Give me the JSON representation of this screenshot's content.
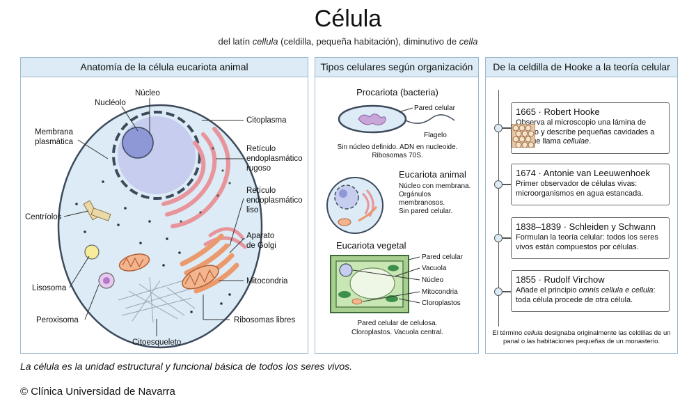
{
  "header": {
    "title": "Célula",
    "subtitle": "del latín cellula (celdilla, pequeña habitación), diminutivo de cella"
  },
  "anatomy": {
    "heading": "Anatomía de la célula eucariota animal",
    "labels": {
      "nucleo": "Núcleo",
      "nucleolo": "Nucléolo",
      "citoplasma": "Citoplasma",
      "membrana1": "Membrana",
      "membrana2": "plasmática",
      "rer1": "Retículo",
      "rer2": "endoplasmático",
      "rer3": "rugoso",
      "ser1": "Retículo",
      "ser2": "endoplasmático",
      "ser3": "liso",
      "centriolos": "Centríolos",
      "golgi1": "Aparato",
      "golgi2": "de Golgi",
      "lisosoma": "Lisosoma",
      "mitocondria": "Mitocondria",
      "peroxisoma": "Peroxisoma",
      "ribosomas": "Ribosomas libres",
      "citoesqueleto": "Citoesqueleto"
    }
  },
  "types": {
    "heading": "Tipos celulares según organización",
    "prok_title": "Procariota (bacteria)",
    "prok_wall": "Pared celular",
    "prok_flagelo": "Flagelo",
    "prok_desc1": "Sin núcleo definido. ADN en nucleoide.",
    "prok_desc2": "Ribosomas 70S.",
    "animal_title": "Eucariota animal",
    "animal_desc1": "Núcleo con membrana.",
    "animal_desc2": "Orgánulos",
    "animal_desc3": "membranosos.",
    "animal_desc4": "Sin pared celular.",
    "veg_title": "Eucariota vegetal",
    "veg_wall": "Pared celular",
    "veg_vacuola": "Vacuola",
    "veg_nucleo": "Núcleo",
    "veg_mito": "Mitocondria",
    "veg_cloro": "Cloroplastos",
    "veg_desc1": "Pared celular de celulosa.",
    "veg_desc2": "Cloroplastos. Vacuola central."
  },
  "history": {
    "heading": "De la celdilla de Hooke a la teoría celular",
    "events": [
      {
        "title": "1665 · Robert Hooke",
        "pre": "Observa al microscopio una lámina de corcho y describe pequeñas cavidades a las que llama ",
        "em": "cellulae",
        "post": "."
      },
      {
        "title": "1674 · Antonie van Leeuwenhoek",
        "pre": "Primer observador de células vivas: microorganismos en agua estancada.",
        "em": "",
        "post": ""
      },
      {
        "title": "1838–1839 · Schleiden y Schwann",
        "pre": "Formulan la teoría celular: todos los seres vivos están compuestos por células.",
        "em": "",
        "post": ""
      },
      {
        "title": "1855 · Rudolf Virchow",
        "pre": "Añade el principio ",
        "em": "omnis cellula e cellula",
        "post": ": toda célula procede de otra célula."
      }
    ],
    "footnote_pre": "El término ",
    "footnote_em": "cellula",
    "footnote_post": " designaba originalmente las celdillas de un panal o las habitaciones pequeñas de un monasterio."
  },
  "caption": "La célula es la unidad estructural y funcional básica de todos los seres vivos.",
  "credit": "© Clínica Universidad de Navarra",
  "icons": [
    "cork-cells-icon"
  ],
  "colors": {
    "panel_border": "#9ab9cf",
    "panel_head": "#dcebf5",
    "cytoplasm": "#dcebf5",
    "nucleus": "#c7cdee",
    "rer": "#e8949c",
    "golgi": "#eb9a6d",
    "mitochondria": "#e1895a",
    "lysosome": "#f7ec9b",
    "peroxisome": "#c79ad6",
    "plant_cell": "#c9e6b5",
    "chloroplast": "#3f8f4c"
  }
}
